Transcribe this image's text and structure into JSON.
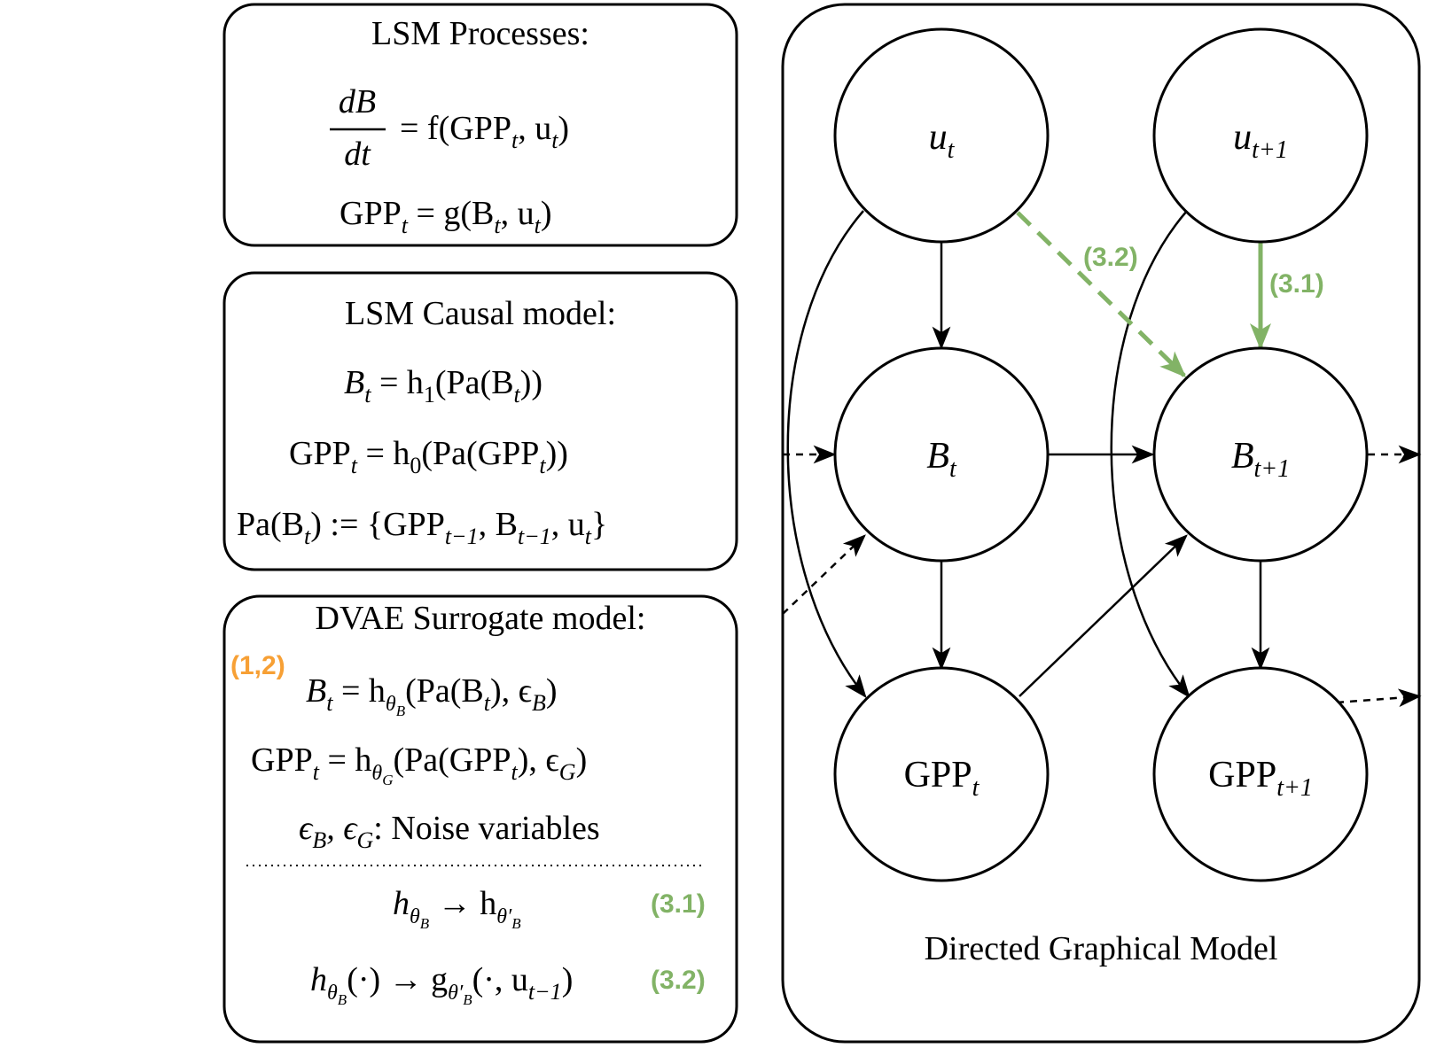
{
  "panels": {
    "lsm_processes": {
      "title": "LSM Processes:",
      "eq1_lhs_num": "dB",
      "eq1_lhs_den": "dt",
      "eq1_rhs": "= f(GPP",
      "eq1_rhs_sub": "t",
      "eq1_rhs_tail": ", u",
      "eq1_rhs_tail_sub": "t",
      "eq1_close": ")",
      "eq2": "GPP",
      "eq2_sub": "t",
      "eq2_rhs": " = g(B",
      "eq2_rhs_sub": "t",
      "eq2_rhs_tail": ", u",
      "eq2_rhs_tail_sub": "t",
      "eq2_close": ")"
    },
    "lsm_causal": {
      "title": "LSM Causal model:",
      "eq1": "B",
      "eq1_sub": "t",
      "eq1_rhs": " = h",
      "eq1_rhs_sub": "1",
      "eq1_tail": "(Pa(B",
      "eq1_tail_sub": "t",
      "eq1_close": "))",
      "eq2": "GPP",
      "eq2_sub": "t",
      "eq2_rhs": " = h",
      "eq2_rhs_sub": "0",
      "eq2_tail": "(Pa(GPP",
      "eq2_tail_sub": "t",
      "eq2_close": "))",
      "eq3": "Pa(B",
      "eq3_sub": "t",
      "eq3_mid": ") := {GPP",
      "eq3_mid_sub": "t−1",
      "eq3_b": ", B",
      "eq3_b_sub": "t−1",
      "eq3_u": ", u",
      "eq3_u_sub": "t",
      "eq3_close": "}"
    },
    "dvae": {
      "title": "DVAE Surrogate model:",
      "tag_orange": "(1,2)",
      "eq1": "B",
      "eq1_sub": "t",
      "eq1_rhs": " = h",
      "eq1_rhs_sub": "θ",
      "eq1_rhs_subsub": "B",
      "eq1_tail": "(Pa(B",
      "eq1_tail_sub": "t",
      "eq1_tail2": "), ϵ",
      "eq1_tail2_sub": "B",
      "eq1_close": ")",
      "eq2": "GPP",
      "eq2_sub": "t",
      "eq2_rhs": " = h",
      "eq2_rhs_sub": "θ",
      "eq2_rhs_subsub": "G",
      "eq2_tail": "(Pa(GPP",
      "eq2_tail_sub": "t",
      "eq2_tail2": "), ϵ",
      "eq2_tail2_sub": "G",
      "eq2_close": ")",
      "noise": "ϵ",
      "noise_sub": "B",
      "noise_mid": ", ϵ",
      "noise_mid_sub": "G",
      "noise_tail": ": Noise variables",
      "eq4_h": "h",
      "eq4_sub": "θ",
      "eq4_subsub": "B",
      "eq4_arrow": " → h",
      "eq4_rsub": "θ′",
      "eq4_rsubsub": "B",
      "tag_31": "(3.1)",
      "eq5_h": "h",
      "eq5_sub": "θ",
      "eq5_subsub": "B",
      "eq5_mid": "(·) → g",
      "eq5_rsub": "θ′",
      "eq5_rsubsub": "B",
      "eq5_tail": "(·, u",
      "eq5_tail_sub": "t−1",
      "eq5_close": ")",
      "tag_32": "(3.2)"
    }
  },
  "graph": {
    "caption": "Directed Graphical Model",
    "nodes": {
      "u_t": {
        "base": "u",
        "sub": "t"
      },
      "u_t1": {
        "base": "u",
        "sub": "t+1"
      },
      "b_t": {
        "base": "B",
        "sub": "t"
      },
      "b_t1": {
        "base": "B",
        "sub": "t+1"
      },
      "gpp_t": {
        "base": "GPP",
        "sub": "t"
      },
      "gpp_t1": {
        "base": "GPP",
        "sub": "t+1"
      }
    },
    "edge_labels": {
      "green_dashed": "(3.2)",
      "green_solid": "(3.1)"
    },
    "colors": {
      "green": "#82b366",
      "orange": "#f7a035",
      "black": "#000000"
    }
  }
}
